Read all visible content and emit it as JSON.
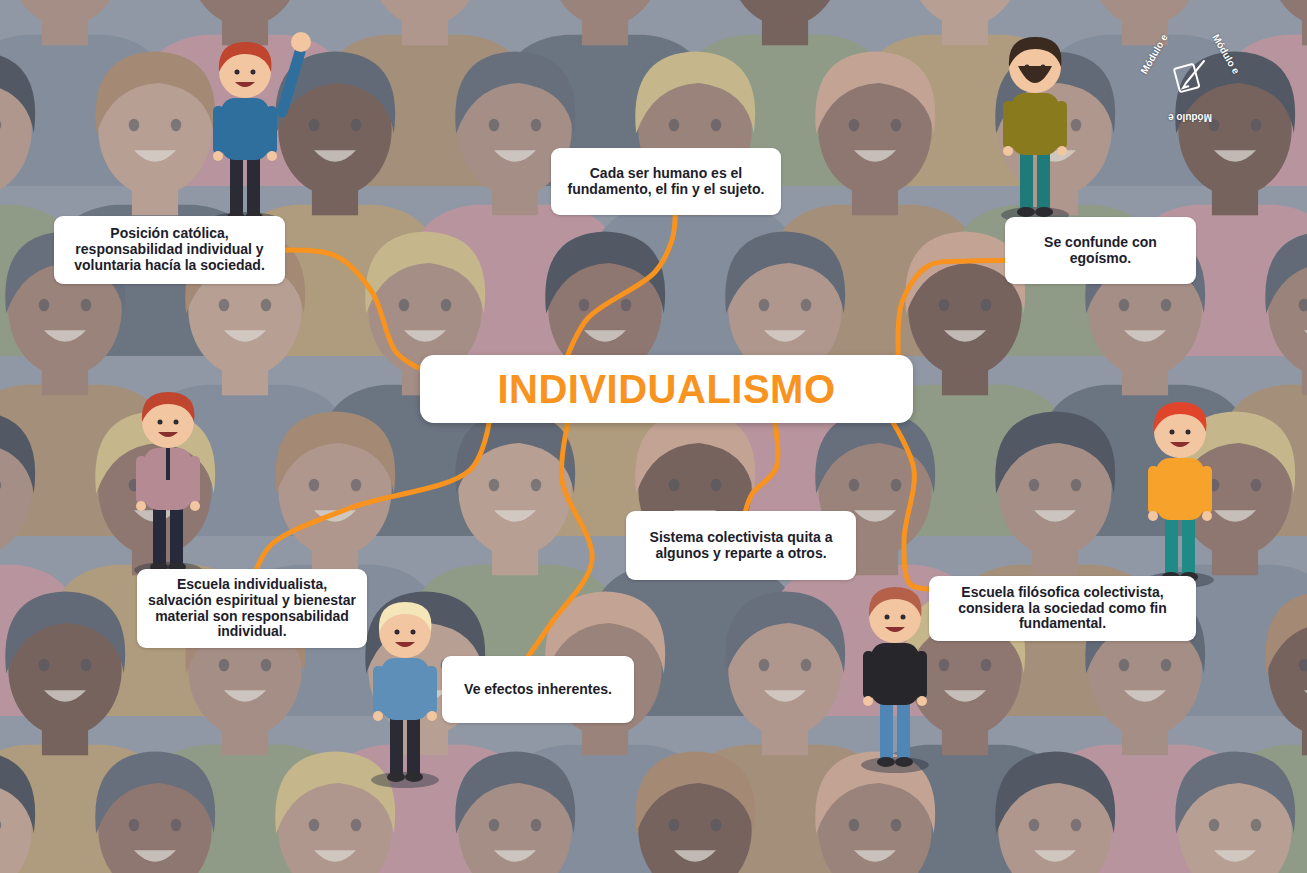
{
  "diagram": {
    "nodes": [
      {
        "text": [
          "INDIVIDUALISMO"
        ]
      },
      {
        "text": [
          "Posición católica, responsabilidad individual y voluntaria hacía la sociedad."
        ]
      },
      {
        "text": [
          "Cada ser humano es el fundamento, el fin y el sujeto."
        ]
      },
      {
        "text": [
          "Se confunde con egoísmo."
        ]
      },
      {
        "text": [
          "Sistema colectivista quita a algunos y reparte a otros."
        ]
      },
      {
        "text": [
          "Escuela individualista, salvación espiritual y bienestar material son responsabilidad individual."
        ]
      },
      {
        "text": [
          "Escuela filósofica colectivista, considera la sociedad como fin fundamental."
        ]
      },
      {
        "text": [
          "Ve efectos inherentes."
        ]
      }
    ],
    "edges": [
      {
        "from": 0,
        "to": 1,
        "arrow": "none"
      },
      {
        "from": 0,
        "to": 2,
        "arrow": "none"
      },
      {
        "from": 0,
        "to": 3,
        "arrow": "none"
      },
      {
        "from": 0,
        "to": 4,
        "arrow": "none"
      },
      {
        "from": 0,
        "to": 5,
        "arrow": "none"
      },
      {
        "from": 0,
        "to": 6,
        "arrow": "none"
      },
      {
        "from": 0,
        "to": 7,
        "arrow": "none"
      }
    ],
    "labels": [
      "Módulo e",
      "Módulo e",
      "Módulo e"
    ]
  }
}
